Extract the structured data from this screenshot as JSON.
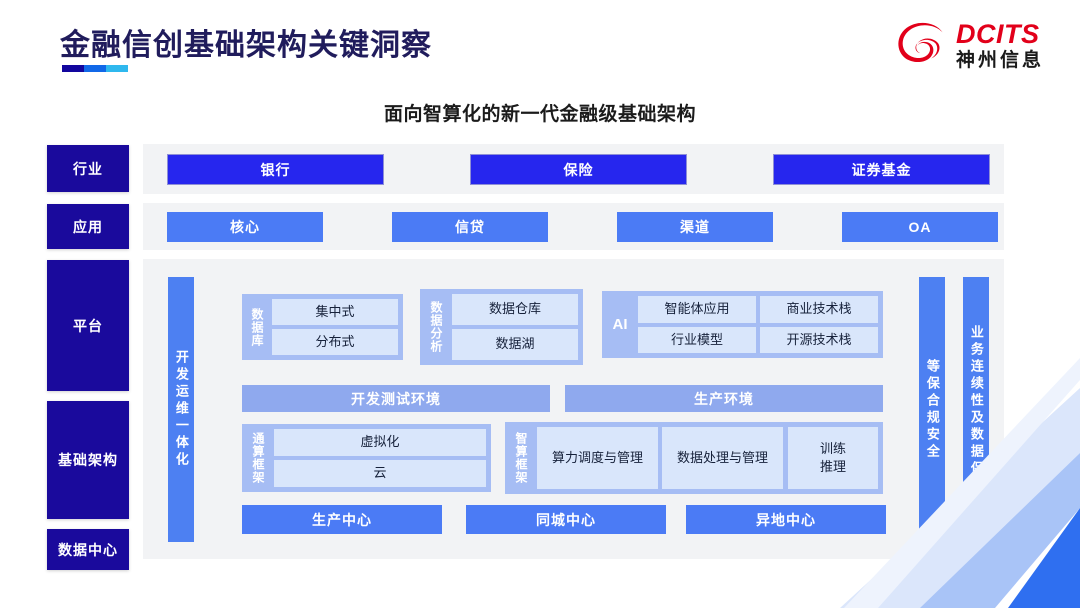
{
  "header": {
    "title": "金融信创基础架构关键洞察",
    "rule_colors": [
      "#12069e",
      "#1168e8",
      "#2fb8ee"
    ],
    "logo": {
      "word": "DCITS",
      "cn": "神州信息",
      "mark_color": "#e2001a",
      "word_color": "#e2001a"
    }
  },
  "subtitle": "面向智算化的新一代金融级基础架构",
  "tiers": [
    {
      "id": "industry",
      "label": "行业"
    },
    {
      "id": "application",
      "label": "应用"
    },
    {
      "id": "platform",
      "label": "平台"
    },
    {
      "id": "infra",
      "label": "基础架构"
    },
    {
      "id": "datacenter",
      "label": "数据中心"
    }
  ],
  "industry_row": {
    "items": [
      {
        "label": "银行"
      },
      {
        "label": "保险"
      },
      {
        "label": "证券基金"
      }
    ],
    "color": "#2626ee"
  },
  "application_row": {
    "items": [
      {
        "label": "核心"
      },
      {
        "label": "信贷"
      },
      {
        "label": "渠道"
      },
      {
        "label": "OA"
      }
    ],
    "color": "#4b7bf5"
  },
  "side_pillars": {
    "left": {
      "label": "开发运维一体化"
    },
    "right": [
      {
        "label": "等保合规安全"
      },
      {
        "label": "业务连续性及数据保护"
      }
    ],
    "color": "#4d80f2"
  },
  "platform": {
    "groups": [
      {
        "id": "database",
        "label": "数据库",
        "cells": [
          "集中式",
          "分布式"
        ]
      },
      {
        "id": "analytics",
        "label": "数据分析",
        "cells": [
          "数据仓库",
          "数据湖"
        ]
      },
      {
        "id": "ai",
        "label": "AI",
        "cells": [
          "智能体应用",
          "商业技术栈",
          "行业模型",
          "开源技术栈"
        ]
      }
    ],
    "environments": [
      {
        "id": "dev",
        "label": "开发测试环境"
      },
      {
        "id": "prod",
        "label": "生产环境"
      }
    ],
    "frameworks": [
      {
        "id": "general-fw",
        "label": "通算框架",
        "cells": [
          "虚拟化",
          "云"
        ]
      },
      {
        "id": "intel-fw",
        "label": "智算框架",
        "cells": [
          "算力调度与管理",
          "数据处理与管理"
        ],
        "side_cell": {
          "line1": "训练",
          "line2": "推理"
        }
      }
    ],
    "data_centers": [
      {
        "label": "生产中心"
      },
      {
        "label": "同城中心"
      },
      {
        "label": "异地中心"
      }
    ]
  },
  "colors": {
    "navy": "#1a0a9c",
    "panel_bg": "#f2f3f5",
    "group_bg": "#a6bdf4",
    "cell_bg": "#d9e6fb",
    "env_bg": "#8fa9ee",
    "title": "#201c5c"
  }
}
